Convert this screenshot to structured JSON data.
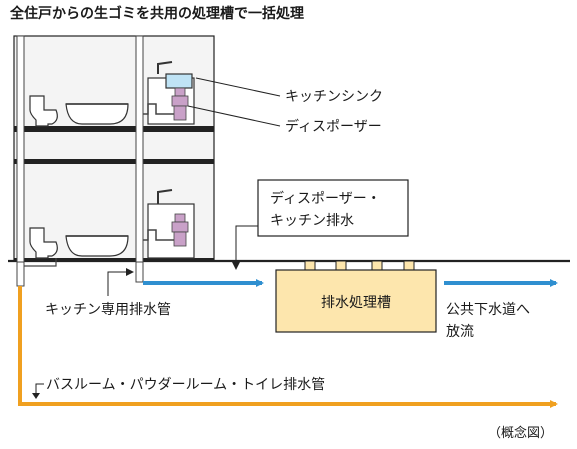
{
  "title": "全住戸からの生ゴミを共用の処理槽で一括処理",
  "labels": {
    "kitchen_sink": "キッチンシンク",
    "disposer": "ディスポーザー",
    "drain_box_line1": "ディスポーザー・",
    "drain_box_line2": "キッチン排水",
    "kitchen_pipe": "キッチン専用排水管",
    "tank": "排水処理槽",
    "sewer_line1": "公共下水道へ",
    "sewer_line2": "放流",
    "bath_pipe": "バスルーム・パウダールーム・トイレ排水管",
    "note": "（概念図）"
  },
  "colors": {
    "kitchen_flow": "#2f8fd0",
    "bath_flow": "#f0a020",
    "tank_fill": "#fde6ad",
    "disposer_unit": "#c9a1c8",
    "sink_water": "#bfe3f5",
    "floor_slab": "#222222",
    "building_fill": "#f4f4f4"
  }
}
